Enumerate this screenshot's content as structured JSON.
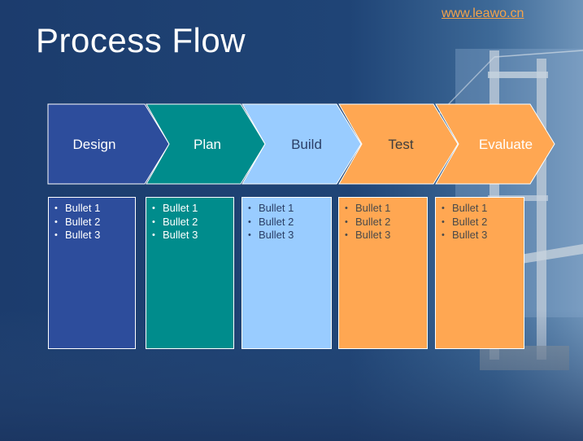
{
  "slide": {
    "title": "Process Flow",
    "link_text": "www.leawo.cn"
  },
  "steps": [
    {
      "label": "Design",
      "fill": "#2d4d9c",
      "text_color": "#ffffff",
      "bullets": [
        "Bullet 1",
        "Bullet 2",
        "Bullet 3"
      ]
    },
    {
      "label": "Plan",
      "fill": "#008c8c",
      "text_color": "#ffffff",
      "bullets": [
        "Bullet 1",
        "Bullet 2",
        "Bullet 3"
      ]
    },
    {
      "label": "Build",
      "fill": "#99ccff",
      "text_color": "#2b3f66",
      "bullets": [
        "Bullet 1",
        "Bullet 2",
        "Bullet 3"
      ]
    },
    {
      "label": "Test",
      "fill": "#ffa752",
      "text_color": "#3d3d3d",
      "bullets": [
        "Bullet 1",
        "Bullet 2",
        "Bullet 3"
      ]
    },
    {
      "label": "Evaluate",
      "fill": "#ffa752",
      "text_color": "#ffffff",
      "bullets": [
        "Bullet 1",
        "Bullet 2",
        "Bullet 3"
      ]
    }
  ],
  "colors": {
    "background": "#1c3d6e",
    "title": "#ffffff",
    "link": "#f5a349"
  }
}
